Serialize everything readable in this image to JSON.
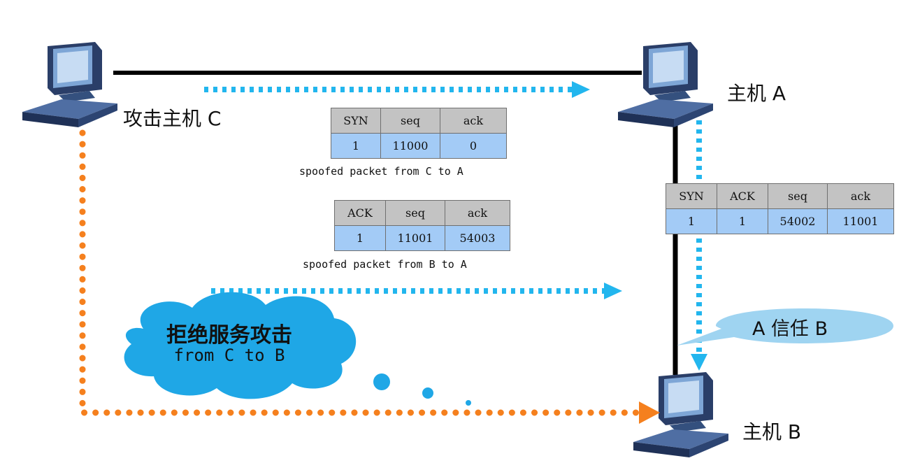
{
  "hosts": {
    "attacker": "攻击主机 C",
    "host_a": "主机 A",
    "host_b": "主机 B"
  },
  "packets": {
    "syn": {
      "headers": [
        "SYN",
        "seq",
        "ack"
      ],
      "values": [
        "1",
        "11000",
        "0"
      ],
      "caption": "spoofed packet from C to A"
    },
    "syn_ack": {
      "headers": [
        "SYN",
        "ACK",
        "seq",
        "ack"
      ],
      "values": [
        "1",
        "1",
        "54002",
        "11001"
      ]
    },
    "ack": {
      "headers": [
        "ACK",
        "seq",
        "ack"
      ],
      "values": [
        "1",
        "11001",
        "54003"
      ],
      "caption": "spoofed packet from B to A"
    }
  },
  "cloud": {
    "line1": "拒绝服务攻击",
    "line2": "from C to B"
  },
  "trust": "A 信任 B",
  "colors": {
    "link": "#000000",
    "spoofed_arrow": "#22b6ee",
    "dos_arrow": "#f5801e",
    "cloud": "#1fa7e6",
    "bubble": "#9fd4f1",
    "table_header": "#c3c3c3",
    "table_value": "#a3cbf6"
  }
}
